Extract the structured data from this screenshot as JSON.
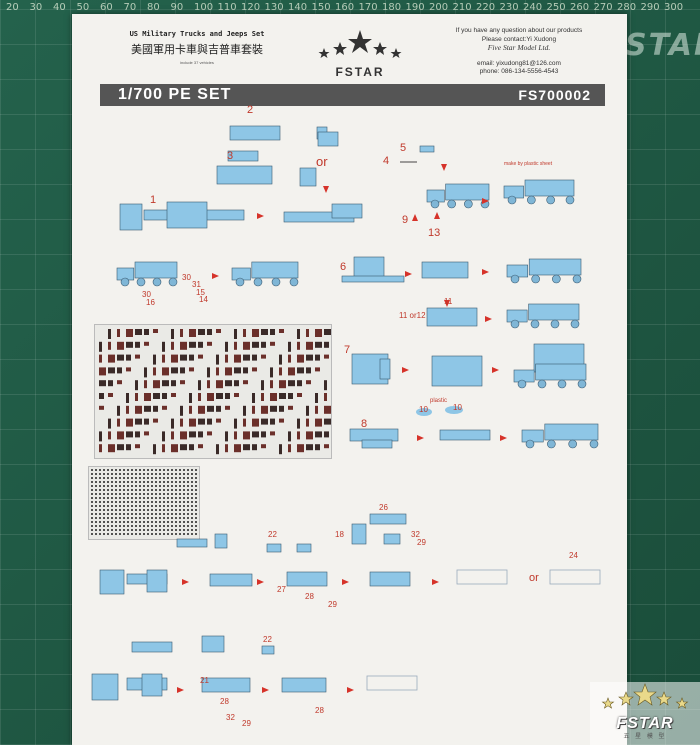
{
  "ruler_marks": [
    "20",
    "30",
    "40",
    "50",
    "60",
    "70",
    "80",
    "90",
    "100",
    "110",
    "120",
    "130",
    "140",
    "150",
    "160",
    "170",
    "180",
    "190",
    "200",
    "210",
    "220",
    "230",
    "240",
    "250",
    "260",
    "270",
    "280",
    "290",
    "300"
  ],
  "mat_logo": "STAR",
  "header": {
    "title_en": "US Military Trucks and Jeeps Set",
    "title_cn": "美國軍用卡車與吉普車套裝",
    "title_small": "include 37 vehicles",
    "brand": "FSTAR",
    "contact_line1": "If you have any question about our products",
    "contact_line2": "Please contact:Yi Xudong",
    "company": "Five Star Model Ltd.",
    "email": "email: yixudong81@126.com",
    "phone": "phone: 086-134-5556-4543"
  },
  "titlebar": {
    "left": "1/700 PE SET",
    "right": "FS700002"
  },
  "steps": {
    "s1": "1",
    "s2": "2",
    "s3": "3",
    "s4": "4",
    "s5": "5",
    "or1": "or",
    "s9": "9",
    "s13": "13",
    "note_plastic_sheet": "make by plastic sheet",
    "s30a": "30",
    "s31": "31",
    "s15": "15",
    "s30b": "30",
    "s16": "16",
    "s14": "14",
    "s6": "6",
    "s11": "11",
    "s11or12": "11 or12",
    "s7": "7",
    "s10a": "10",
    "plastic": "plastic",
    "s10b": "10",
    "s8": "8",
    "s26": "26",
    "s18": "18",
    "s32a": "32",
    "s29a": "29",
    "s22a": "22",
    "s27": "27",
    "s28a": "28",
    "s29b": "29",
    "s24": "24",
    "or2": "or",
    "s22b": "22",
    "s28b": "28",
    "s32b": "32",
    "s29c": "29",
    "s21": "21",
    "s28c": "28"
  },
  "corner_logo": {
    "brand": "FSTAR",
    "sub": "五 星 模 型"
  },
  "colors": {
    "mat": "#1f5a45",
    "paper": "#f3f2ee",
    "titlebar": "#555555",
    "part_blue": "#8ec6e6",
    "arrow_red": "#d6332a"
  }
}
